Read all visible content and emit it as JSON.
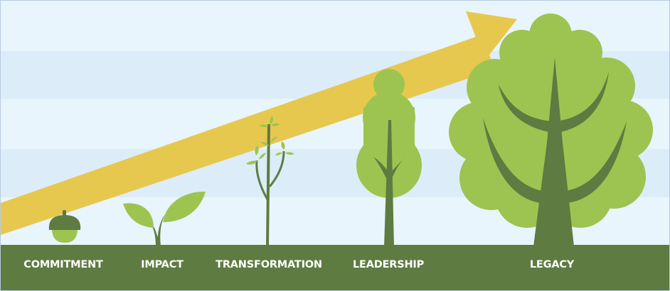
{
  "stages": [
    {
      "label": "COMMITMENT",
      "icon": "acorn"
    },
    {
      "label": "IMPACT",
      "icon": "sprout"
    },
    {
      "label": "TRANSFORMATION",
      "icon": "sapling"
    },
    {
      "label": "LEADERSHIP",
      "icon": "young-tree"
    },
    {
      "label": "LEGACY",
      "icon": "mature-tree"
    }
  ],
  "colors": {
    "sky_light": "#e9f5fc",
    "sky_band": "#dcedf9",
    "ground": "#5e7b41",
    "trunk": "#5e7b41",
    "foliage": "#9dc450",
    "arrow": "#e7c84f",
    "label_text": "#ffffff"
  }
}
